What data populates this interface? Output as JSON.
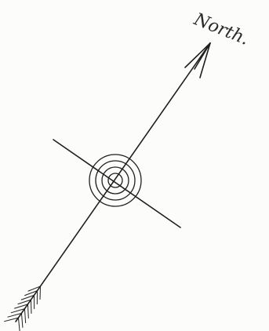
{
  "diagram": {
    "direction_label": "North.",
    "ink_color": "#1f1f1f",
    "paper_color": "#fcfcfb",
    "concentric_ring_count": 4,
    "feather_count": 8
  }
}
